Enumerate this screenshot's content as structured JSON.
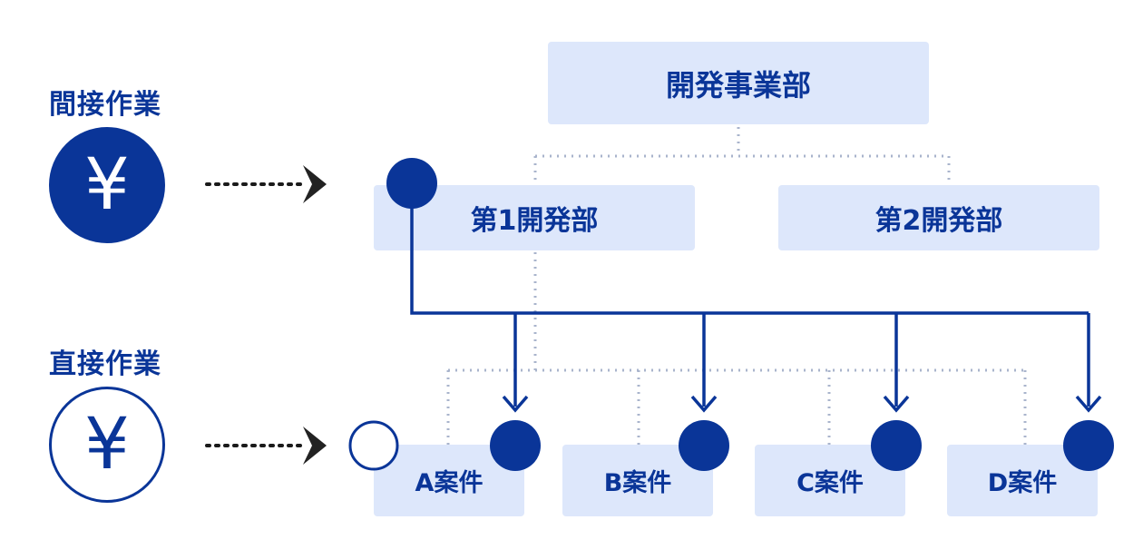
{
  "left": {
    "indirect_label": "間接作業",
    "direct_label": "直接作業",
    "yen_symbol": "¥"
  },
  "org": {
    "top": "開発事業部",
    "dept1": "第1開発部",
    "dept2": "第2開発部",
    "projects": [
      "A案件",
      "B案件",
      "C案件",
      "D案件"
    ]
  },
  "colors": {
    "navy": "#0a3598",
    "box": "#dde7fb",
    "dotted": "#a9b4cc"
  }
}
